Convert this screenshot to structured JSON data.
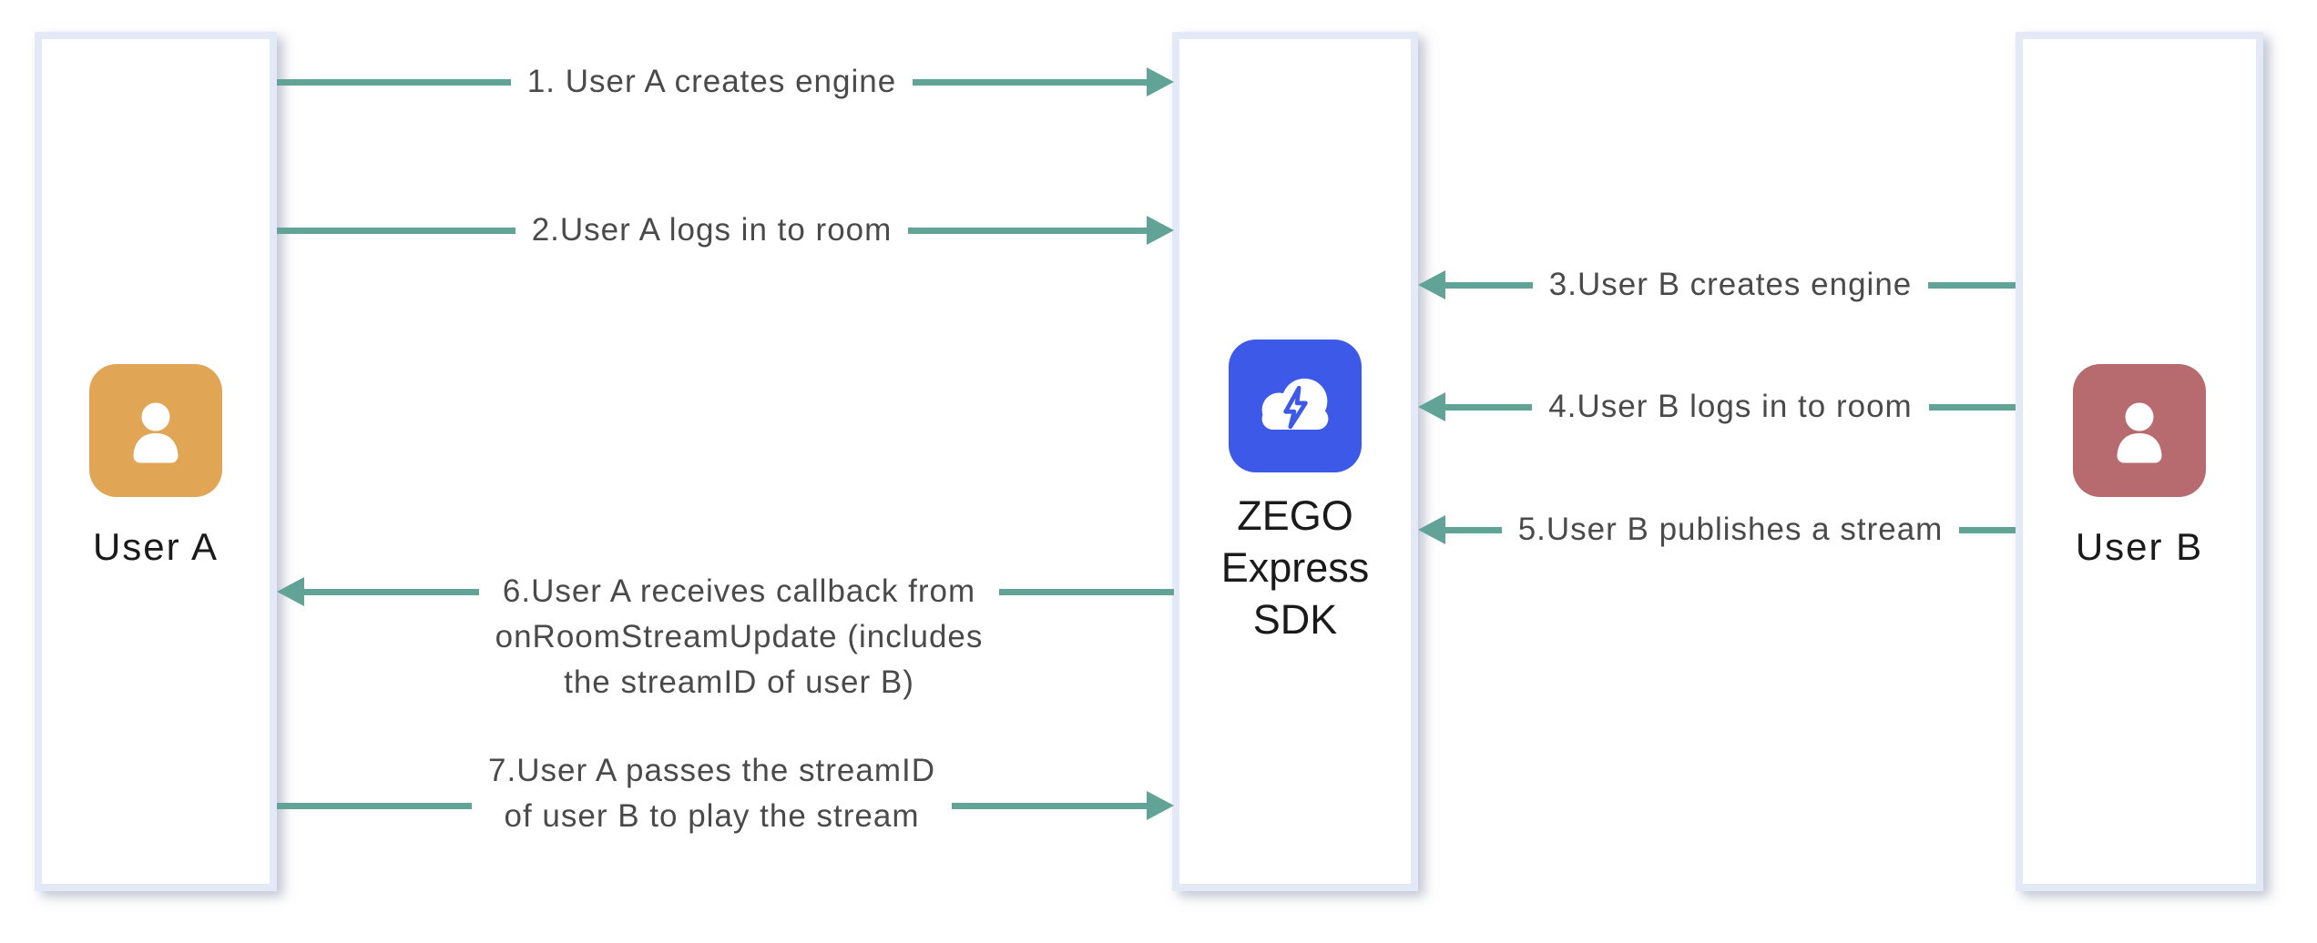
{
  "diagram": {
    "actors": [
      {
        "label": "User A",
        "icon": "person-icon",
        "color": "#E0A656"
      },
      {
        "label": "ZEGO\nExpress\nSDK",
        "icon": "cloud-lightning-icon",
        "color": "#3D59E8"
      },
      {
        "label": "User B",
        "icon": "person-icon",
        "color": "#B76B6E"
      }
    ],
    "messages": [
      {
        "label": "1. User A creates engine",
        "from": "User A",
        "to": "ZEGO Express SDK",
        "direction": "right"
      },
      {
        "label": "2.User A logs in to room",
        "from": "User A",
        "to": "ZEGO Express SDK",
        "direction": "right"
      },
      {
        "label": "3.User B creates engine",
        "from": "User B",
        "to": "ZEGO Express SDK",
        "direction": "left"
      },
      {
        "label": "4.User B logs in to room",
        "from": "User B",
        "to": "ZEGO Express SDK",
        "direction": "left"
      },
      {
        "label": "5.User B publishes a stream",
        "from": "User B",
        "to": "ZEGO Express SDK",
        "direction": "left"
      },
      {
        "label": "6.User A receives callback from\nonRoomStreamUpdate (includes\nthe streamID of user B)",
        "from": "ZEGO Express SDK",
        "to": "User A",
        "direction": "left"
      },
      {
        "label": "7.User A passes the streamID\nof user B to play the stream",
        "from": "User A",
        "to": "ZEGO Express SDK",
        "direction": "right"
      }
    ],
    "colors": {
      "arrow": "#61A396",
      "box_border": "#E4E9F7",
      "label_text": "#4A4A4A",
      "actor_text": "#1A1A1A",
      "background": "#FFFFFF"
    }
  }
}
